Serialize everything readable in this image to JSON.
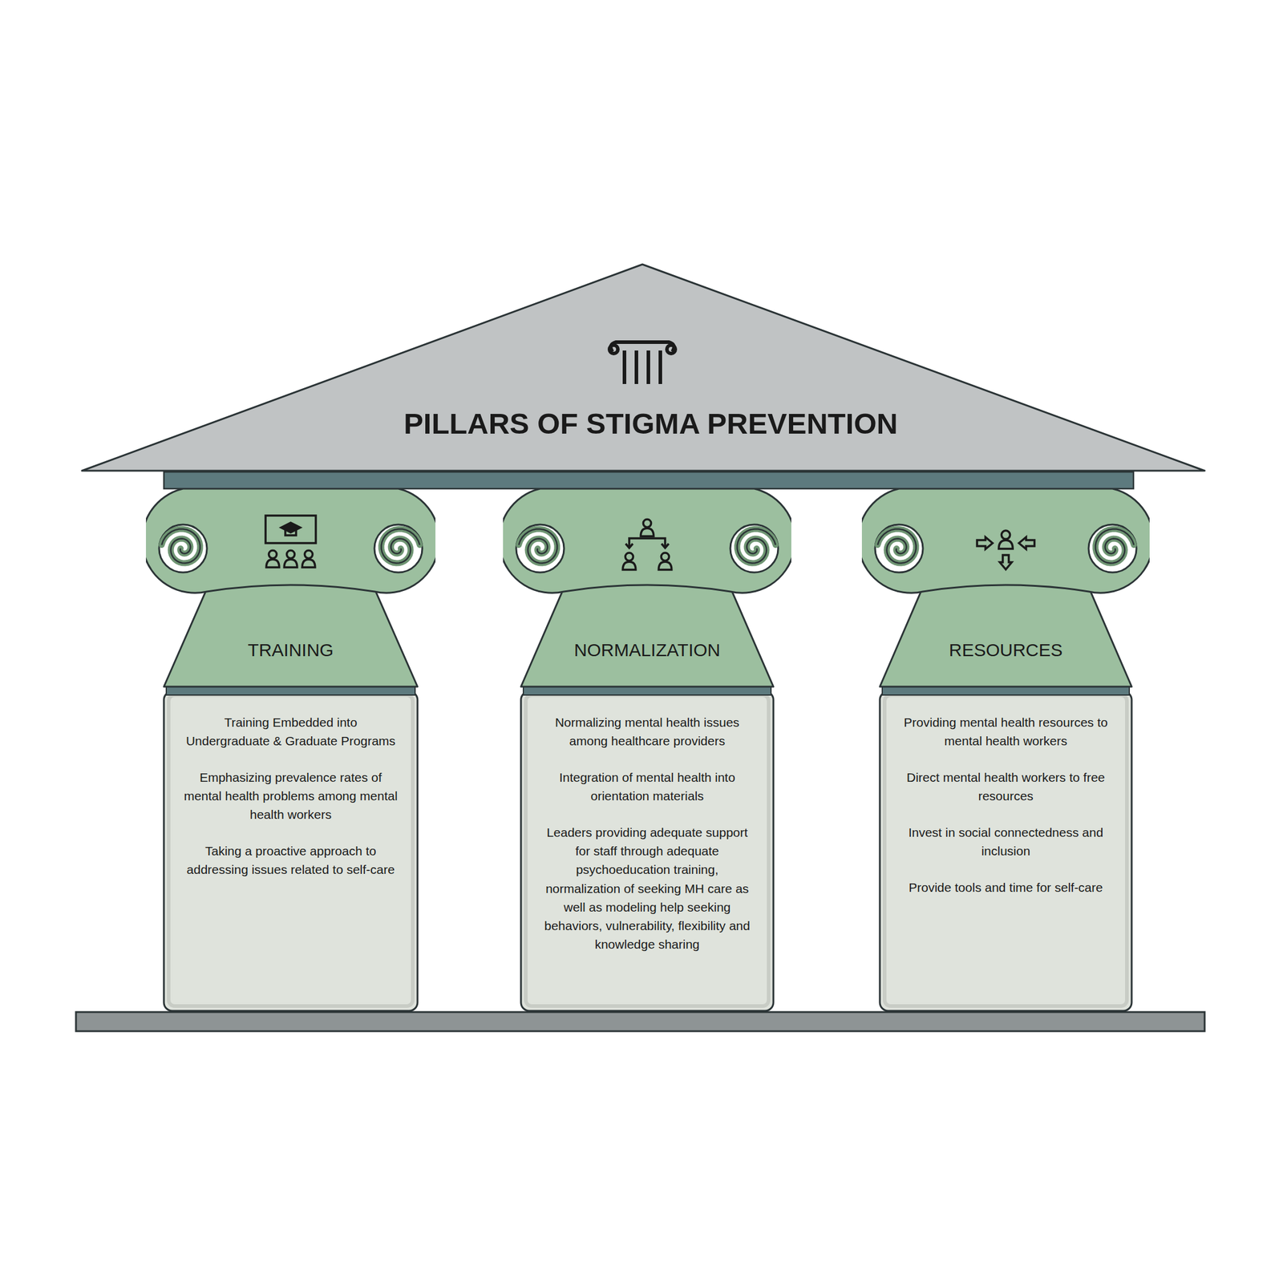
{
  "diagram": {
    "title": "PILLARS OF STIGMA PREVENTION",
    "nodes": [
      {
        "text": [
          "TRAINING",
          "Training Embedded into Undergraduate & Graduate Programs",
          "Emphasizing prevalence rates of mental health problems among mental health workers",
          "Taking a proactive approach to addressing issues related to self-care"
        ]
      },
      {
        "text": [
          "NORMALIZATION",
          "Normalizing mental health issues among healthcare providers",
          "Integration of mental health into orientation materials",
          "Leaders providing adequate support for staff through adequate psychoeducation training, normalization of seeking MH care as well as modeling help seeking behaviors, vulnerability, flexibility and knowledge sharing"
        ]
      },
      {
        "text": [
          "RESOURCES",
          "Providing mental health resources to mental health workers",
          "Direct mental health workers to free resources",
          "Invest in social connectedness and inclusion",
          "Provide tools and time for self-care"
        ]
      }
    ]
  }
}
